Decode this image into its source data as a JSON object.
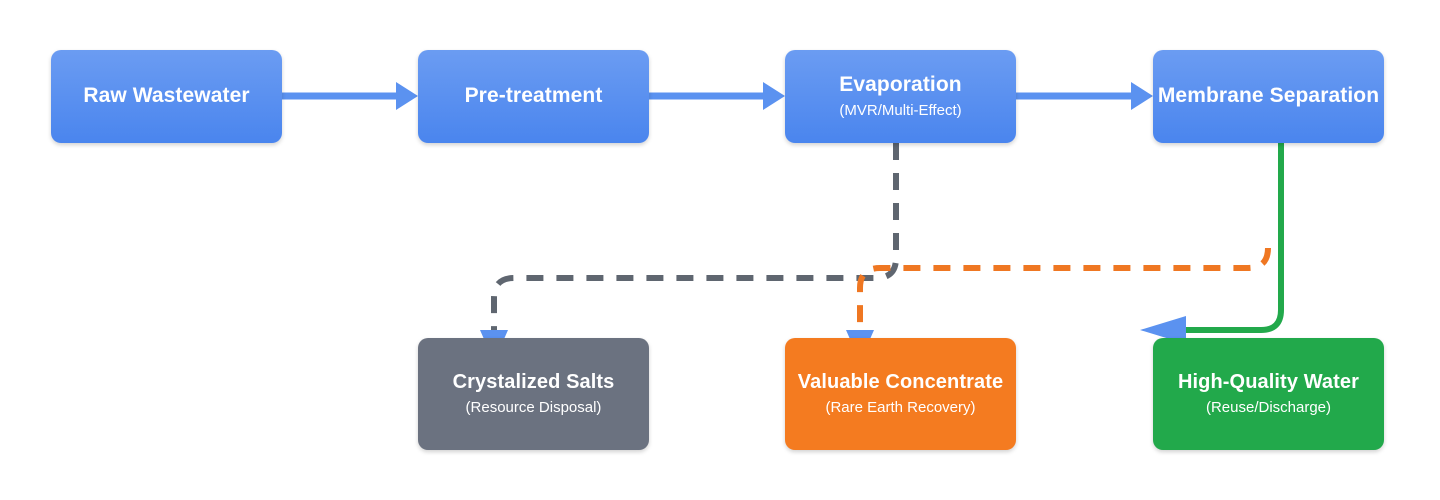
{
  "diagram": {
    "type": "process-flow",
    "background": "#ffffff",
    "colors": {
      "process_blue": "#5a8ef0",
      "arrow_blue": "#5b92f0",
      "salts_gray": "#6b7280",
      "concentrate_orange": "#f47b20",
      "water_green": "#22a94b",
      "dashed_gray_line": "#5f6670",
      "dashed_orange_line": "#ef7722",
      "solid_green_line": "#22a94b"
    },
    "nodes": [
      {
        "id": "raw",
        "title": "Raw Wastewater",
        "subtitle": "",
        "color": "#5a8ef0"
      },
      {
        "id": "pre",
        "title": "Pre-treatment",
        "subtitle": "",
        "color": "#5a8ef0"
      },
      {
        "id": "evap",
        "title": "Evaporation",
        "subtitle": "(MVR/Multi-Effect)",
        "color": "#5a8ef0"
      },
      {
        "id": "mem",
        "title": "Membrane Separation",
        "subtitle": "",
        "color": "#5a8ef0"
      },
      {
        "id": "salts",
        "title": "Crystalized Salts",
        "subtitle": "(Resource Disposal)",
        "color": "#6b7280"
      },
      {
        "id": "conc",
        "title": "Valuable Concentrate",
        "subtitle": "(Rare Earth Recovery)",
        "color": "#f47b20"
      },
      {
        "id": "water",
        "title": "High-Quality Water",
        "subtitle": "(Reuse/Discharge)",
        "color": "#22a94b"
      }
    ],
    "edges": [
      {
        "id": "e1",
        "from": "raw",
        "to": "pre",
        "style": "solid",
        "color": "#5b92f0",
        "arrow": true
      },
      {
        "id": "e2",
        "from": "pre",
        "to": "evap",
        "style": "solid",
        "color": "#5b92f0",
        "arrow": true
      },
      {
        "id": "e3",
        "from": "evap",
        "to": "mem",
        "style": "solid",
        "color": "#5b92f0",
        "arrow": true
      },
      {
        "id": "e4",
        "from": "evap",
        "to": "salts",
        "style": "dashed",
        "color": "#5f6670",
        "arrow": true
      },
      {
        "id": "e5",
        "from": "mem",
        "to": "conc",
        "style": "dashed",
        "color": "#ef7722",
        "arrow": true
      },
      {
        "id": "e6",
        "from": "mem",
        "to": "water",
        "style": "solid",
        "color": "#22a94b",
        "arrow": true
      }
    ]
  }
}
